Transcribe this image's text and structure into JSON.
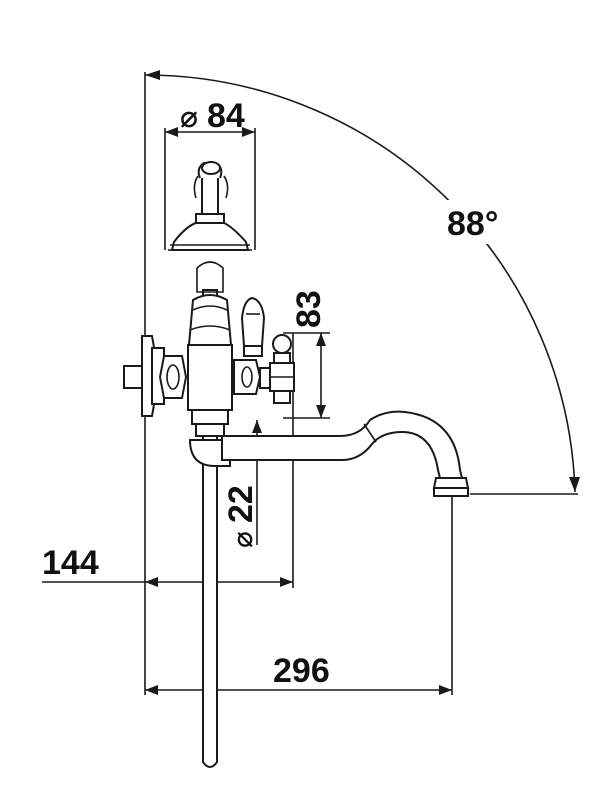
{
  "dimensions": {
    "angle": "88°",
    "flange_diameter": "84",
    "flange_diameter_symbol": "⌀",
    "height": "83",
    "pipe_diameter": "22",
    "pipe_diameter_symbol": "⌀",
    "projection": "144",
    "spout_reach": "296"
  },
  "colors": {
    "line": "#1a1a1a",
    "background": "#ffffff"
  }
}
